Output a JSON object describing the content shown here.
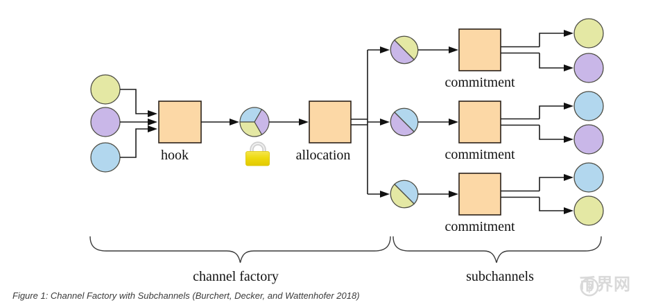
{
  "figure": {
    "caption": "Figure 1: Channel Factory with Subchannels (Burchert, Decker, and Wattenhofer 2018)"
  },
  "diagram": {
    "parties": {
      "colors": [
        "green",
        "purple",
        "blue"
      ]
    },
    "hook": {
      "label": "hook"
    },
    "funding_pie": {
      "segments": [
        "blue",
        "purple",
        "green"
      ],
      "lock_icon": "lock"
    },
    "allocation": {
      "label": "allocation"
    },
    "commitments": [
      {
        "label": "commitment",
        "input_halves": [
          "purple",
          "green"
        ],
        "outputs": [
          "green",
          "purple"
        ]
      },
      {
        "label": "commitment",
        "input_halves": [
          "purple",
          "blue"
        ],
        "outputs": [
          "blue",
          "purple"
        ]
      },
      {
        "label": "commitment",
        "input_halves": [
          "green",
          "blue"
        ],
        "outputs": [
          "blue",
          "green"
        ]
      }
    ],
    "braces": {
      "channel_factory_label": "channel factory",
      "subchannels_label": "subchannels"
    }
  },
  "watermark": {
    "symbol": "฿",
    "text": "币界网"
  },
  "colors": {
    "party_green": "#e4e8a4",
    "party_purple": "#c9b7e8",
    "party_blue": "#b2d7ee",
    "box_fill": "#fcd8a6",
    "box_border": "#292018",
    "line": "#1b1b1b",
    "circle_border": "#4d4d44",
    "lock_gold": "#eeda10",
    "watermark_gray": "#d9d9d9"
  }
}
